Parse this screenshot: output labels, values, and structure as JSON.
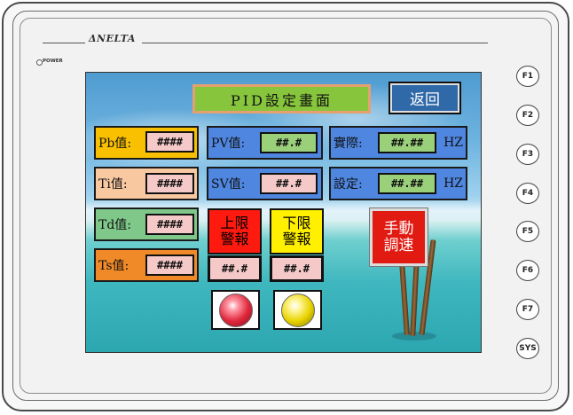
{
  "device": {
    "brand": "ΔNELTA",
    "power_label": "POWER"
  },
  "function_keys": [
    "F1",
    "F2",
    "F3",
    "F4",
    "F5",
    "F6",
    "F7",
    "SYS"
  ],
  "screen": {
    "title": "PID設定畫面",
    "back_button": "返回",
    "params": [
      {
        "label": "Pb值:",
        "value": "####",
        "color": "#f8c000"
      },
      {
        "label": "Ti值:",
        "value": "####",
        "color": "#f8c8a0"
      },
      {
        "label": "Td值:",
        "value": "####",
        "color": "#7fc88a"
      },
      {
        "label": "Ts值:",
        "value": "####",
        "color": "#f08a28"
      }
    ],
    "pv": {
      "label": "PV值:",
      "value": "##.#",
      "color": "#4f86e0"
    },
    "sv": {
      "label": "SV值:",
      "value": "##.#",
      "color": "#4f86e0"
    },
    "actual": {
      "label": "實際:",
      "value": "##.##",
      "unit": "HZ",
      "color": "#4f86e0"
    },
    "setting": {
      "label": "設定:",
      "value": "##.##",
      "unit": "HZ",
      "color": "#4f86e0"
    },
    "upper_alarm": {
      "line1": "上限",
      "line2": "警報",
      "value": "##.#",
      "color": "#ff1a10"
    },
    "lower_alarm": {
      "line1": "下限",
      "line2": "警報",
      "value": "##.#",
      "color": "#fff000"
    },
    "manual_button": {
      "line1": "手動",
      "line2": "調速"
    },
    "lamp_colors": {
      "upper": "red",
      "lower": "yellow"
    }
  }
}
